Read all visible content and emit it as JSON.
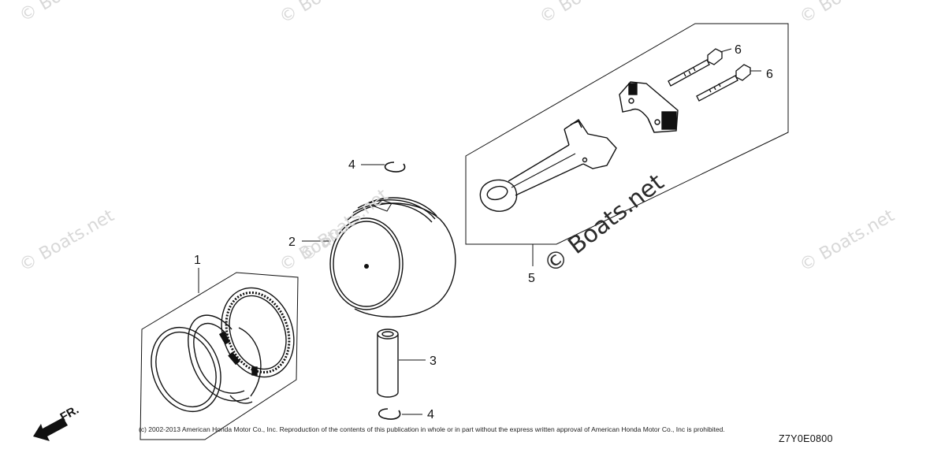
{
  "watermark": "© Boats.net",
  "callouts": {
    "piston_ring_set": "1",
    "piston": "2",
    "piston_pin": "3",
    "pin_clip_top": "4",
    "pin_clip_bottom": "4",
    "connecting_rod_assy": "5",
    "rod_bolt_a": "6",
    "rod_bolt_b": "6"
  },
  "direction_label": "FR.",
  "copyright": "(c) 2002-2013 American Honda Motor Co., Inc. Reproduction of the contents of this publication in whole or in part without the express written approval of American Honda Motor Co., Inc is prohibited.",
  "diagram_code": "Z7Y0E0800"
}
